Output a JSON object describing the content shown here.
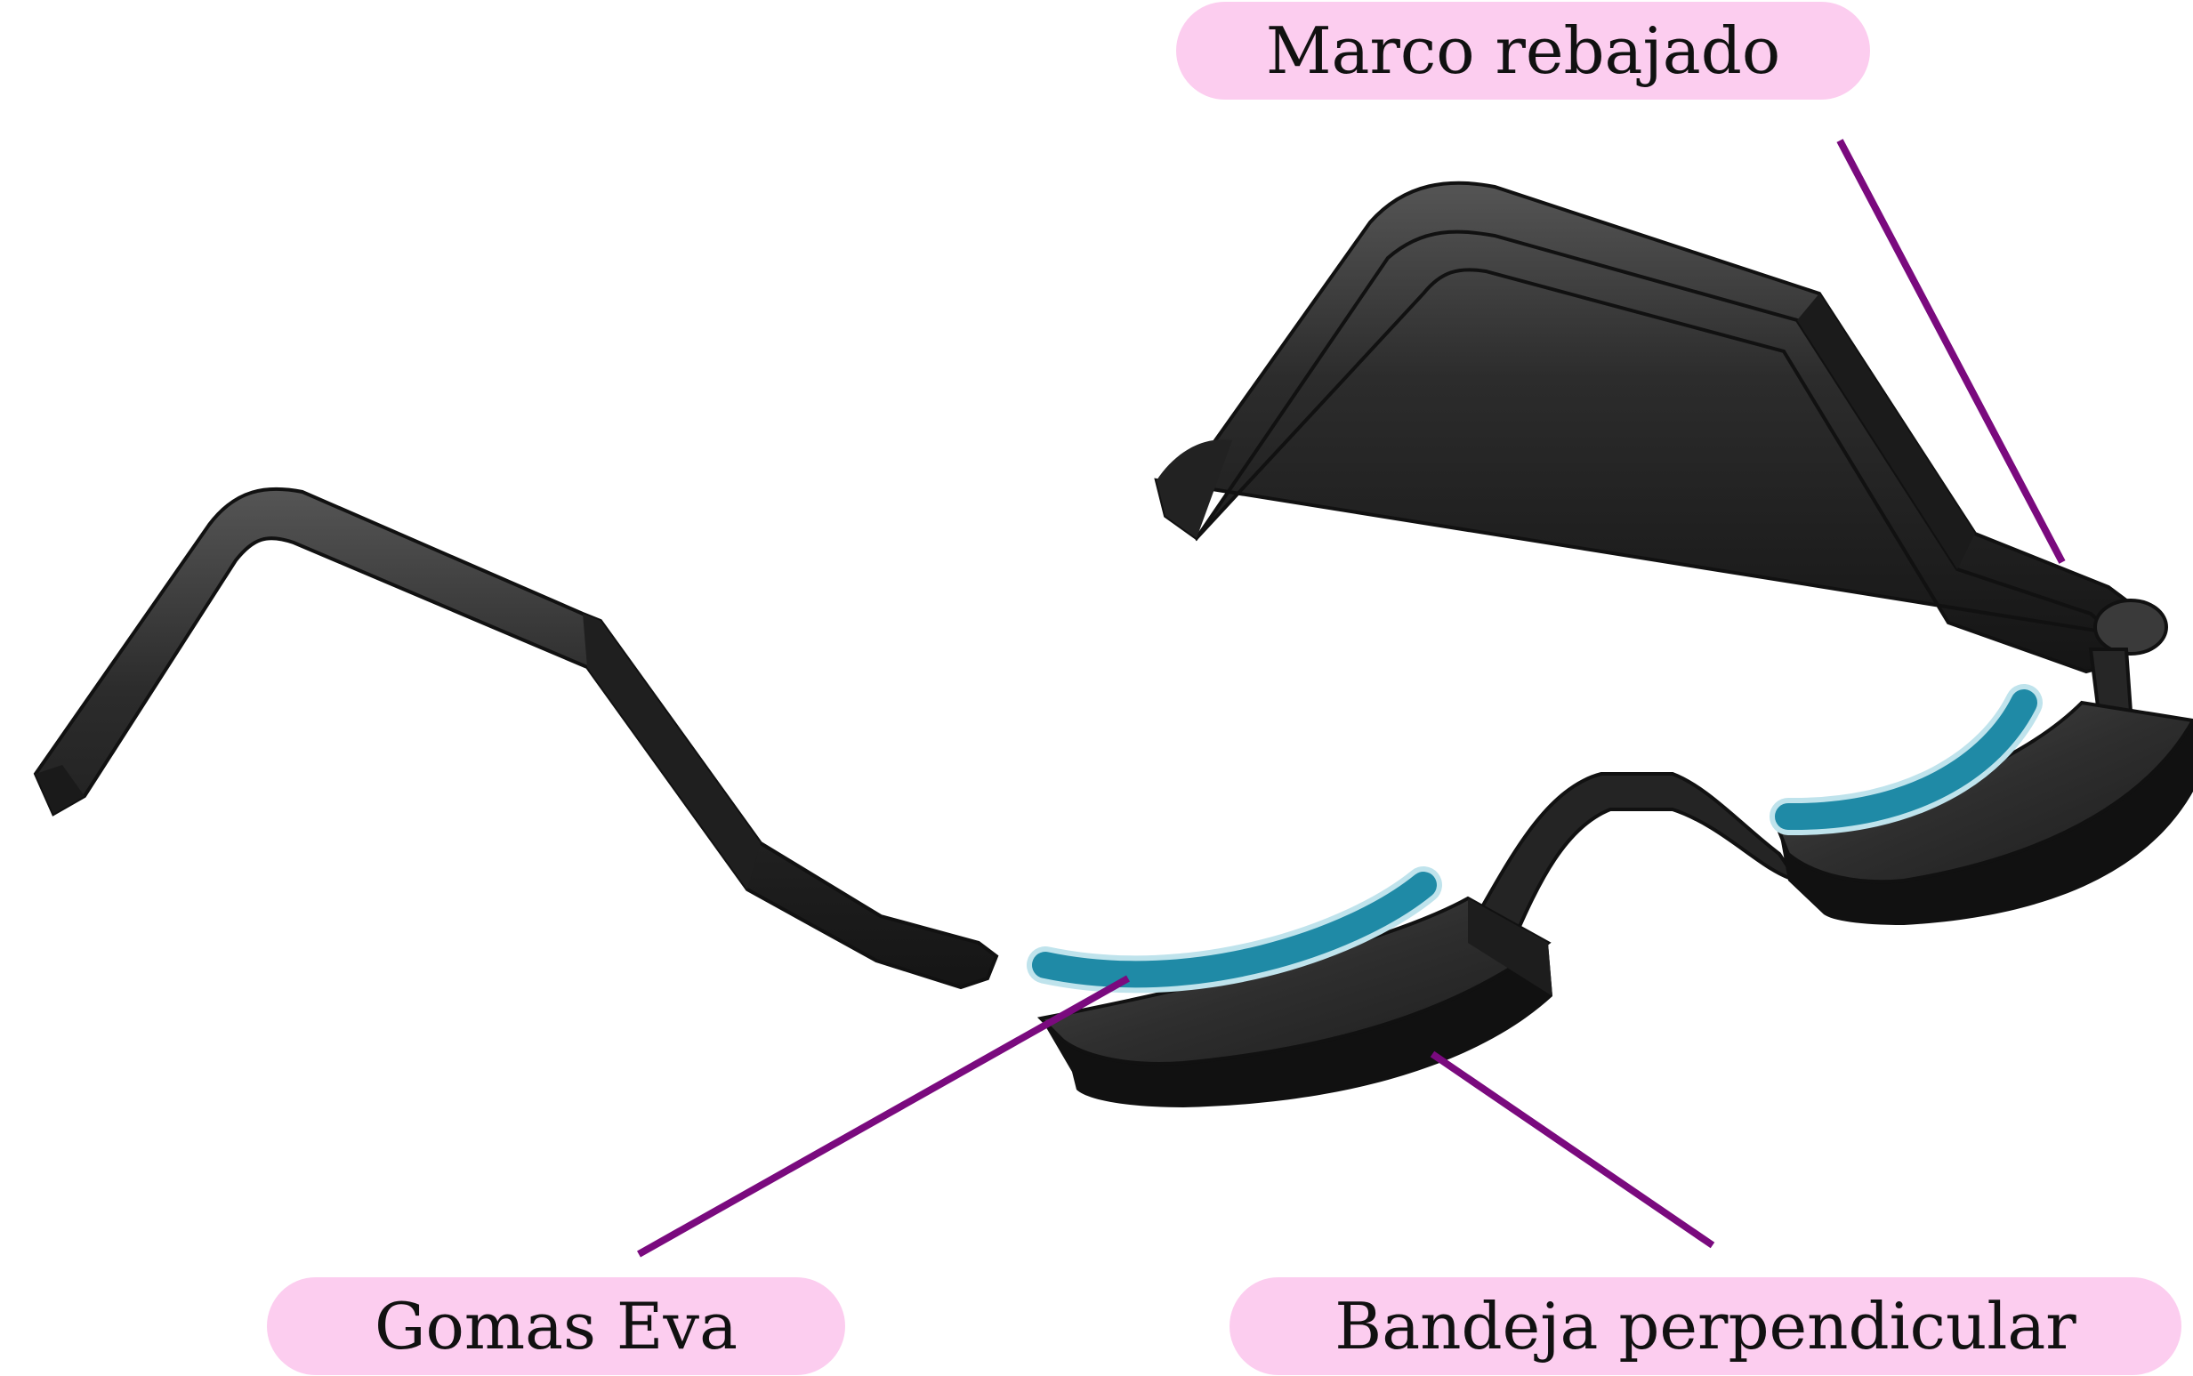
{
  "labels": {
    "marco_rebajado": "Marco rebajado",
    "gomas_eva": "Gomas Eva",
    "bandeja_perpendicular": "Bandeja perpendicular"
  },
  "colors": {
    "label_background": "#fccdef",
    "leader_line": "#7a0a7e",
    "frame": "#2b2b2b",
    "frame_shadow": "#141414",
    "tray_top": "#3a3a3a",
    "eva_pad": "#1f8aa6",
    "eva_pad_edge": "#bfe3ec"
  }
}
